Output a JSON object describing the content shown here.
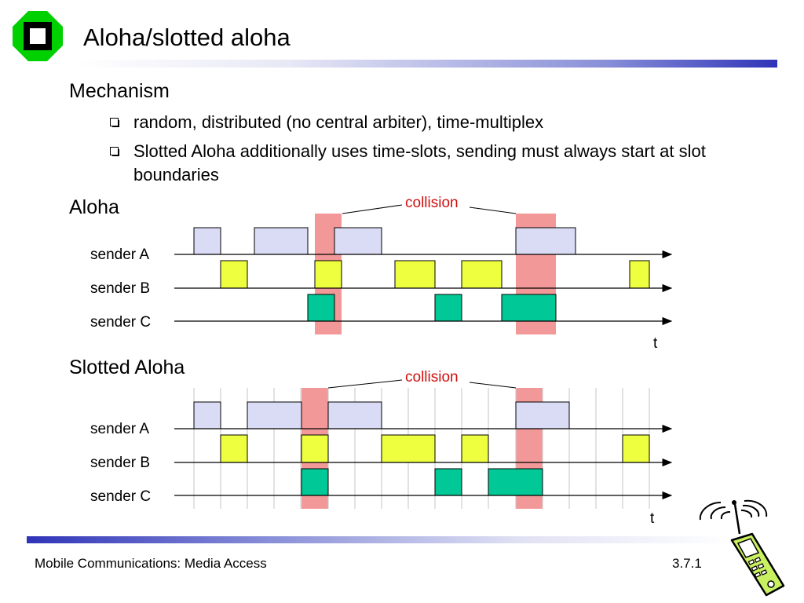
{
  "slide": {
    "title": "Aloha/slotted aloha",
    "footer_left": "Mobile Communications: Media Access",
    "footer_right": "3.7.1"
  },
  "content": {
    "mechanism_heading": "Mechanism",
    "bullets": [
      "random, distributed (no central arbiter), time-multiplex",
      "Slotted Aloha additionally uses time-slots, sending must always start at slot boundaries"
    ]
  },
  "diagrams": {
    "aloha": {
      "heading": "Aloha",
      "collision_label": "collision",
      "senders": [
        "sender A",
        "sender B",
        "sender C"
      ],
      "time_label": "t"
    },
    "slotted": {
      "heading": "Slotted Aloha",
      "collision_label": "collision",
      "senders": [
        "sender A",
        "sender B",
        "sender C"
      ],
      "time_label": "t"
    }
  },
  "colors": {
    "sender_a": "#dadbf5",
    "sender_b": "#eeff40",
    "sender_c": "#00c896",
    "collision": "#f39898",
    "collision_text": "#d01010",
    "logo_green": "#00d000"
  },
  "icons": {
    "logo": "university-logo-icon",
    "phone": "mobile-phone-clipart-icon"
  }
}
